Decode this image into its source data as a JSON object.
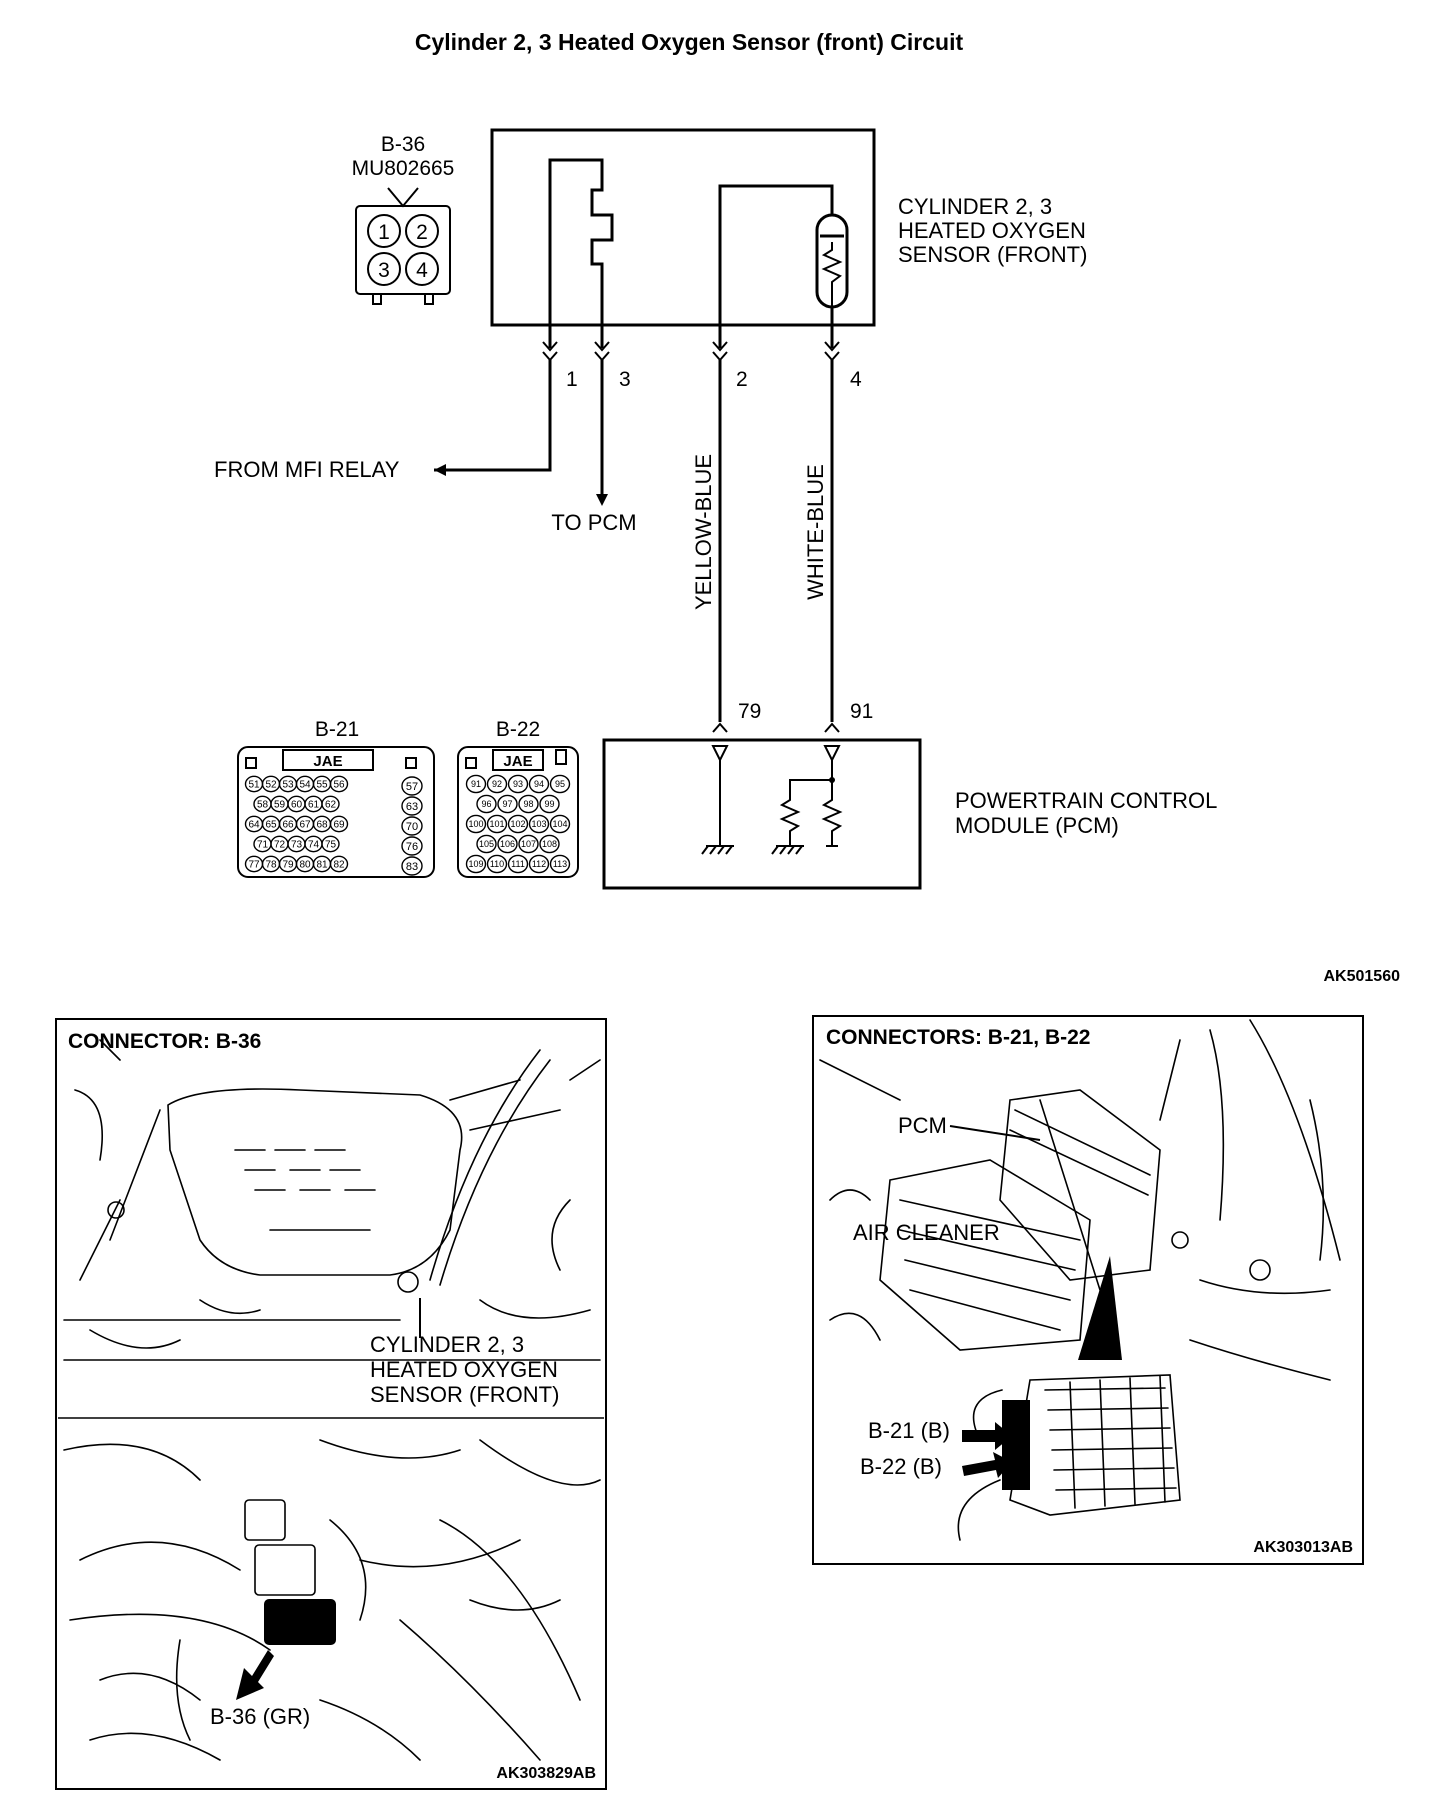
{
  "title": "Cylinder 2, 3 Heated Oxygen Sensor (front) Circuit",
  "sensor_connector": {
    "id": "B-36",
    "part_no": "MU802665",
    "pins": [
      "1",
      "2",
      "3",
      "4"
    ]
  },
  "sensor_label": [
    "CYLINDER 2, 3",
    "HEATED OXYGEN",
    "SENSOR (FRONT)"
  ],
  "terminals": {
    "t1": "1",
    "t3": "3",
    "t2": "2",
    "t4": "4",
    "pcm79": "79",
    "pcm91": "91"
  },
  "wires": {
    "from_mfi": "FROM MFI RELAY",
    "to_pcm": "TO PCM",
    "yellow_blue": "YELLOW-BLUE",
    "white_blue": "WHITE-BLUE"
  },
  "pcm_connectors": {
    "b21": {
      "id": "B-21",
      "maker": "JAE",
      "rows": [
        [
          "51",
          "52",
          "53",
          "54",
          "55",
          "56"
        ],
        [
          "58",
          "59",
          "60",
          "61",
          "62"
        ],
        [
          "64",
          "65",
          "66",
          "67",
          "68",
          "69"
        ],
        [
          "71",
          "72",
          "73",
          "74",
          "75"
        ],
        [
          "77",
          "78",
          "79",
          "80",
          "81",
          "82"
        ]
      ],
      "side": [
        "57",
        "63",
        "70",
        "76",
        "83"
      ]
    },
    "b22": {
      "id": "B-22",
      "maker": "JAE",
      "rows": [
        [
          "91",
          "92",
          "93",
          "94",
          "95"
        ],
        [
          "96",
          "97",
          "98",
          "99"
        ],
        [
          "100",
          "101",
          "102",
          "103",
          "104"
        ],
        [
          "105",
          "106",
          "107",
          "108"
        ],
        [
          "109",
          "110",
          "111",
          "112",
          "113"
        ]
      ]
    }
  },
  "pcm_label": [
    "POWERTRAIN CONTROL",
    "MODULE (PCM)"
  ],
  "figure_code_top": "AK501560",
  "panel_left": {
    "title": "CONNECTOR: B-36",
    "callout": [
      "CYLINDER 2, 3",
      "HEATED OXYGEN",
      "SENSOR (FRONT)"
    ],
    "connector_callout": "B-36 (GR)",
    "code": "AK303829AB"
  },
  "panel_right": {
    "title": "CONNECTORS: B-21, B-22",
    "pcm": "PCM",
    "air_cleaner": "AIR CLEANER",
    "b21": "B-21 (B)",
    "b22": "B-22 (B)",
    "code": "AK303013AB"
  }
}
